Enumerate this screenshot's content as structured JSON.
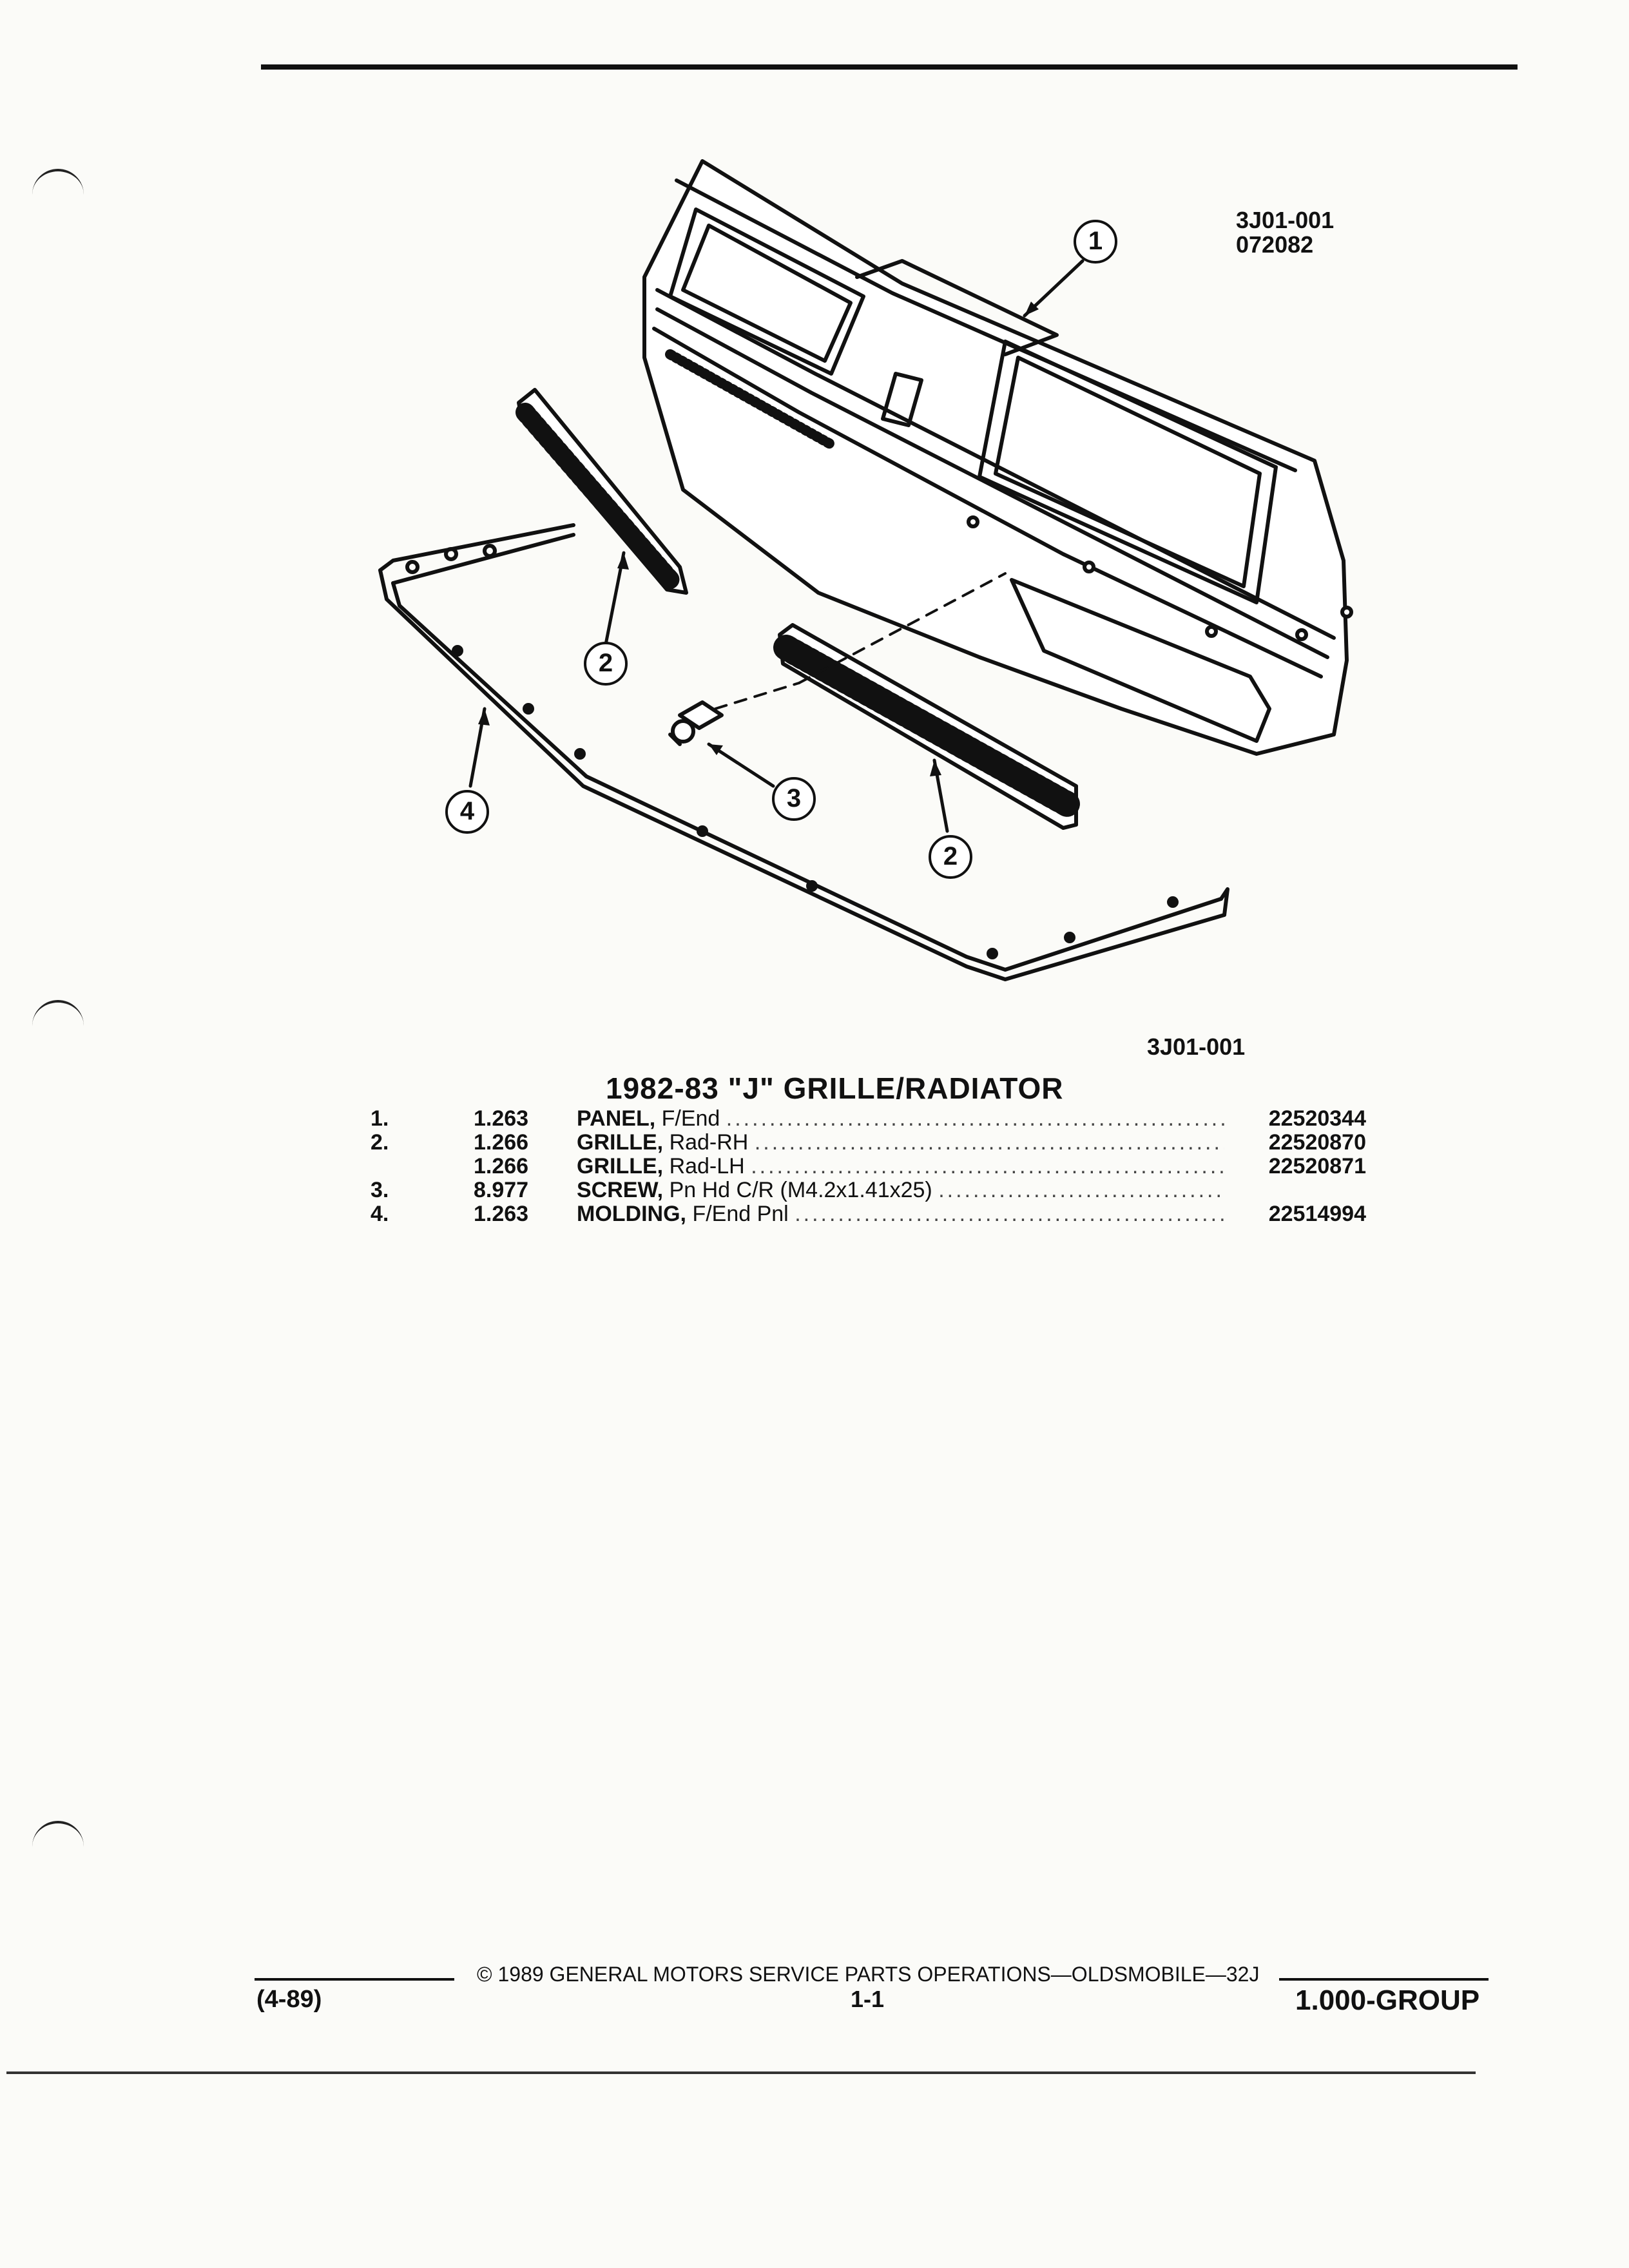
{
  "figure": {
    "code_top": "3J01-001",
    "date_code": "072082",
    "code_bottom": "3J01-001",
    "callouts": [
      "1",
      "2",
      "2",
      "3",
      "4"
    ]
  },
  "title": "1982-83 \"J\" GRILLE/RADIATOR",
  "parts": [
    {
      "num": "1.",
      "group": "1.263",
      "name": "PANEL,",
      "detail": "F/End",
      "part_no": "22520344"
    },
    {
      "num": "2.",
      "group": "1.266",
      "name": "GRILLE,",
      "detail": "Rad-RH",
      "part_no": "22520870"
    },
    {
      "num": "",
      "group": "1.266",
      "name": "GRILLE,",
      "detail": "Rad-LH",
      "part_no": "22520871"
    },
    {
      "num": "3.",
      "group": "8.977",
      "name": "SCREW,",
      "detail": "Pn Hd C/R (M4.2x1.41x25)",
      "part_no": ""
    },
    {
      "num": "4.",
      "group": "1.263",
      "name": "MOLDING,",
      "detail": "F/End Pnl",
      "part_no": "22514994"
    }
  ],
  "footer": {
    "copyright": "© 1989 GENERAL MOTORS SERVICE PARTS OPERATIONS—OLDSMOBILE—32J",
    "date": "(4-89)",
    "page": "1-1",
    "group": "1.000-GROUP"
  }
}
